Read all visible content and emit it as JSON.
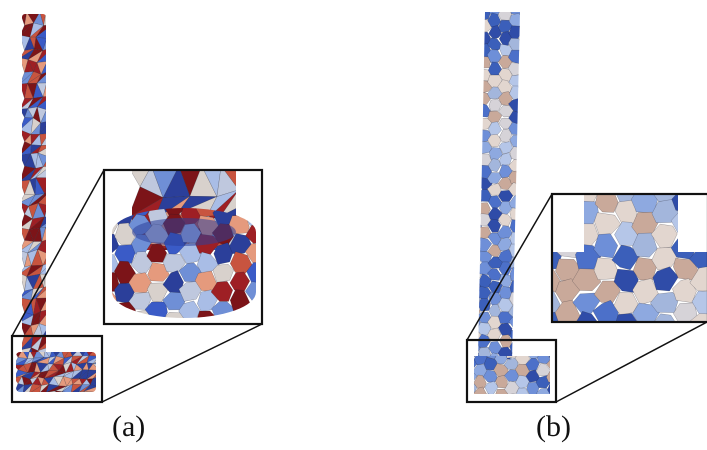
{
  "captions": {
    "a": "(a)",
    "b": "(b)"
  },
  "palette": {
    "a": [
      "#2b3f9a",
      "#3a5bc7",
      "#6f8fd6",
      "#a9bde6",
      "#d8d1cc",
      "#e59a7d",
      "#c8543f",
      "#9e1f24",
      "#7c1418",
      "#bfc8de"
    ],
    "b": [
      "#2f4ca8",
      "#4c70c9",
      "#6e8fd8",
      "#8ea9e0",
      "#b5c6e8",
      "#d6d3d8",
      "#c9a99a",
      "#a3b6dc",
      "#3b5fba",
      "#e2d6cf"
    ]
  },
  "figure_kind": "mesh visualization (tetrahedral vs. polyhedral pillar)"
}
